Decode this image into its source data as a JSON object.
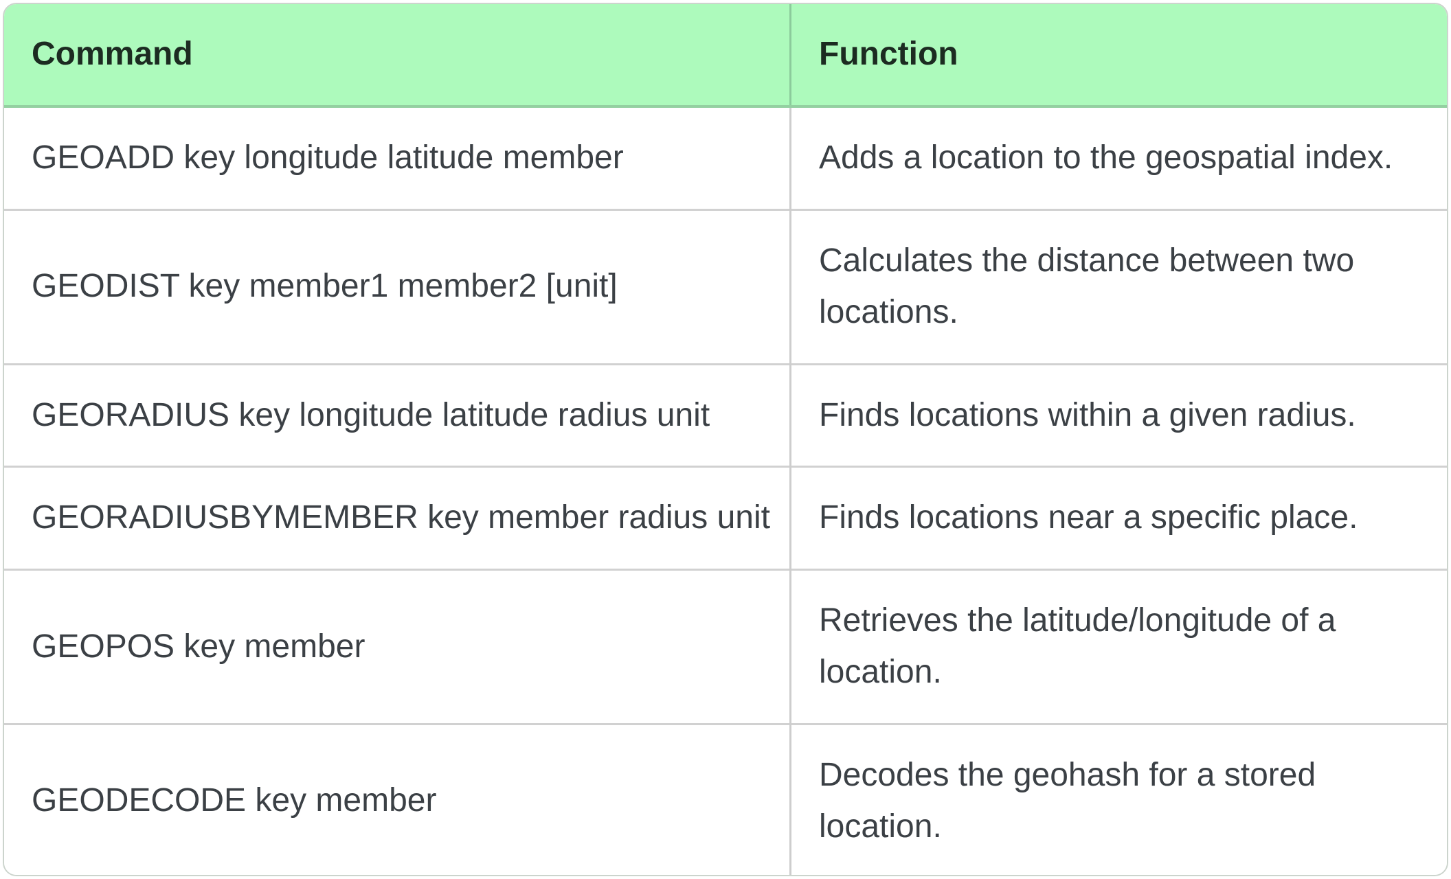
{
  "table": {
    "columns": [
      {
        "label": "Command"
      },
      {
        "label": "Function"
      }
    ],
    "rows": [
      {
        "command": "GEOADD key longitude latitude member",
        "function": "Adds a location to the geospatial index."
      },
      {
        "command": "GEODIST key member1 member2 [unit]",
        "function": "Calculates the distance between two locations."
      },
      {
        "command": "GEORADIUS key longitude latitude radius unit",
        "function": "Finds locations within a given radius."
      },
      {
        "command": "GEORADIUSBYMEMBER key member radius unit",
        "function": "Finds locations near a specific place."
      },
      {
        "command": "GEOPOS key member",
        "function": "Retrieves the latitude/longitude of a location."
      },
      {
        "command": "GEODECODE key member",
        "function": "Decodes the geohash for a stored location."
      }
    ],
    "colors": {
      "header_background": "#adfabc",
      "header_text": "#1c2b21",
      "header_divider": "#8bcb9b",
      "header_bottom_border": "#94d0a1",
      "body_text": "#3b4045",
      "row_border": "#d1d1d1",
      "column_divider": "#cdcdcd",
      "card_border": "#ccd4cd"
    }
  }
}
